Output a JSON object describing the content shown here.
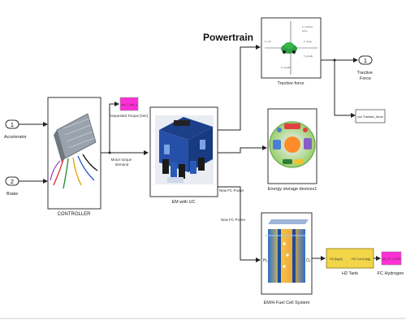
{
  "diagram": {
    "title": "Powertrain",
    "inports": [
      {
        "num": "1",
        "label": "Accelerator"
      },
      {
        "num": "2",
        "label": "Brake"
      }
    ],
    "outport": {
      "num": "1",
      "label": "Tractive\nForce"
    },
    "blocks": {
      "controller": "CONTROLLER",
      "em_uc": "EM with UC",
      "tractive_force": "Tractive force",
      "energy_storage": "Energy storage devices1",
      "fuel_cell": "EM/H Fuel Cell System",
      "h2_tank": "H2 Tank",
      "h2_tank_in": "H2 [kg/s]",
      "h2_tank_out": "H2 Cons [kg]",
      "requested_torque": "Requested Torque [Nm]",
      "requested_torque_tag": "out_T_req_x",
      "out_tractive": "out Tractive_force",
      "fc_hydrogen": "FC Hydrogen",
      "fc_hydrogen_tag": "out_FC_CONS"
    },
    "signals": {
      "motor_torque": "Motor torque\ndemand",
      "new_fc_power_1": "New FC Power",
      "new_fc_power_2": "New FC Power"
    }
  }
}
